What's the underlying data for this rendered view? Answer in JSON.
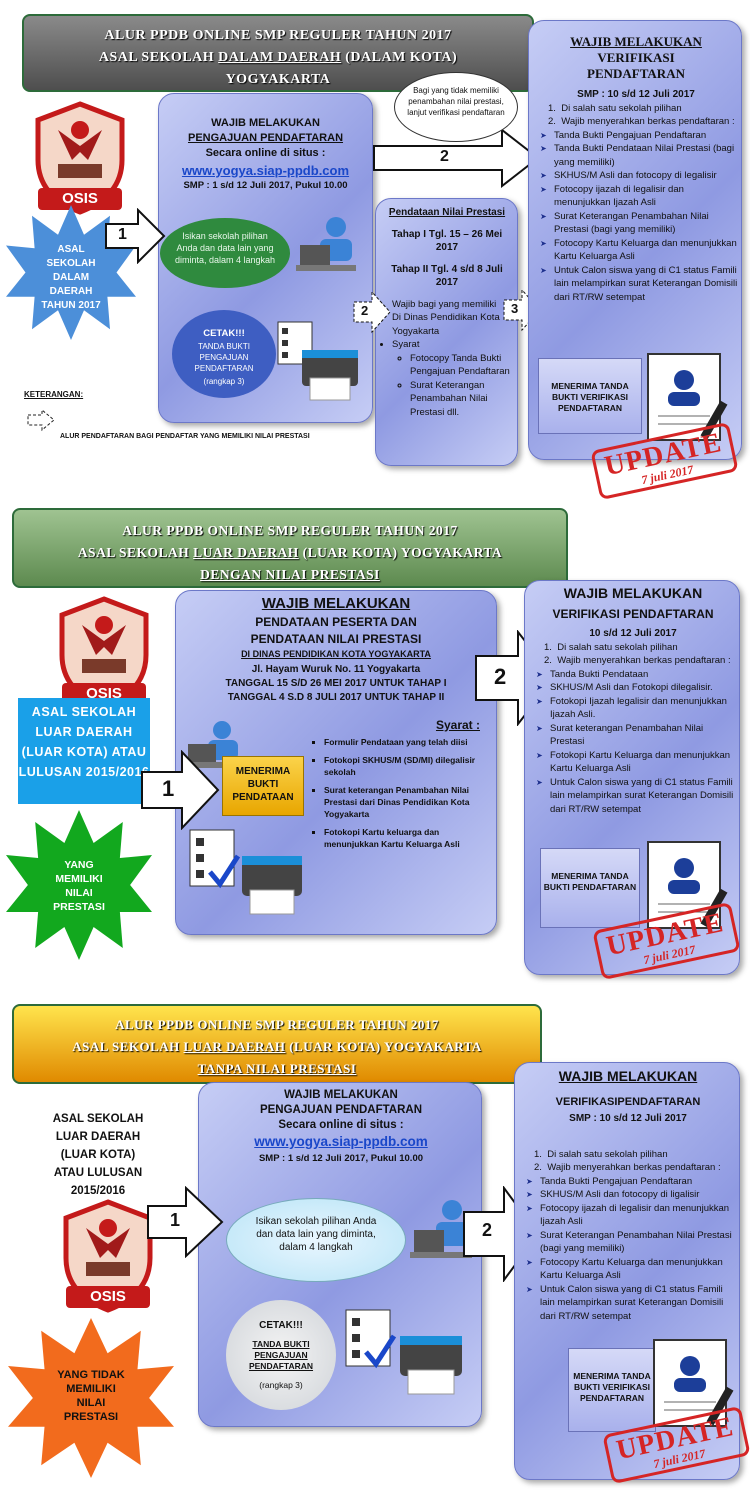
{
  "s1": {
    "title1": "ALUR PPDB ONLINE SMP REGULER TAHUN 2017",
    "title2a": "ASAL SEKOLAH ",
    "title2u": "DALAM DAERAH",
    "title2b": " (DALAM KOTA)",
    "title3": "YOGYAKARTA",
    "star": "ASAL SEKOLAH DALAM DAERAH TAHUN 2017",
    "osis": "OSIS",
    "p1_h1": "WAJIB MELAKUKAN",
    "p1_h2": "PENGAJUAN PENDAFTARAN",
    "p1_h3": "Secara online di situs :",
    "p1_url": "www.yogya.siap-ppdb.com",
    "p1_date": "SMP : 1 s/d 12 Juli 2017, Pukul 10.00",
    "oval": "Isikan sekolah pilihan Anda dan data lain yang diminta, dalam 4 langkah",
    "cetak_h": "CETAK!!!",
    "cetak_b": "TANDA BUKTI PENGAJUAN PENDAFTARAN",
    "cetak_r": "(rangkap 3)",
    "bubble": "Bagi yang tidak memiliki penambahan nilai prestasi, lanjut verifikasi pendaftaran",
    "mid_h": "Pendataan Nilai Prestasi",
    "mid_t1": "Tahap I Tgl. 15 – 26 Mei 2017",
    "mid_t2": "Tahap II Tgl. 4 s/d 8 Juli 2017",
    "mid_items": [
      "Wajib bagi yang memiliki",
      "Di Dinas Pendidikan Kota Yogyakarta",
      "Syarat"
    ],
    "mid_sub": [
      "Fotocopy Tanda Bukti Pengajuan Pendaftaran",
      "Surat Keterangan Penambahan Nilai Prestasi dll."
    ],
    "r_h1": "WAJIB MELAKUKAN",
    "r_h2": "VERIFIKASI",
    "r_h3": "PENDAFTARAN",
    "r_date": "SMP : 10 s/d 12 Juli 2017",
    "r_n1": "Di salah satu sekolah pilihan",
    "r_n2": "Wajib menyerahkan berkas pendaftaran :",
    "r_sub": [
      "Tanda Bukti Pengajuan Pendaftaran",
      "Tanda Bukti Pendataan Nilai Prestasi (bagi yang memiliki)",
      "SKHUS/M Asli dan fotocopy di legalisir",
      "Fotocopy ijazah di legalisir dan menunjukkan Ijazah Asli",
      "Surat Keterangan Penambahan Nilai Prestasi (bagi yang memiliki)",
      "Fotocopy Kartu Keluarga dan menunjukkan Kartu Keluarga Asli",
      "Untuk Calon siswa yang di C1 status Famili lain melampirkan surat Keterangan Domisili dari RT/RW setempat"
    ],
    "doc_lbl": "MENERIMA TANDA BUKTI VERIFIKASI PENDAFTARAN",
    "ket": "KETERANGAN:",
    "ket_desc": "ALUR PENDAFTARAN BAGI PENDAFTAR YANG MEMILIKI NILAI PRESTASI",
    "a1": "1",
    "a2": "2",
    "a2b": "2",
    "a3": "3",
    "stamp": "UPDATE",
    "stamp_d": "7 juli 2017"
  },
  "s2": {
    "title1": "ALUR PPDB ONLINE SMP REGULER TAHUN 2017",
    "title2a": "ASAL SEKOLAH ",
    "title2u": "LUAR DAERAH",
    "title2b": " (LUAR KOTA) YOGYAKARTA",
    "title3": "DENGAN NILAI PRESTASI",
    "blue": "ASAL SEKOLAH LUAR DAERAH (LUAR KOTA) ATAU LULUSAN 2015/2016",
    "star": "YANG MEMILIKI NILAI PRESTASI",
    "osis": "OSIS",
    "p_h1": "WAJIB MELAKUKAN",
    "p_h2": "PENDATAAN PESERTA DAN",
    "p_h3": "PENDATAAN NILAI PRESTASI",
    "p_h4": "DI DINAS PENDIDIKAN KOTA YOGYAKARTA",
    "p_addr": "Jl. Hayam Wuruk No. 11 Yogyakarta",
    "p_t1": "TANGGAL 15 S/D 26 MEI 2017 UNTUK TAHAP I",
    "p_t2": "TANGGAL 4 S.D 8 JULI 2017 UNTUK TAHAP II",
    "syarat": "Syarat :",
    "syarat_items": [
      "Formulir Pendataan yang telah diisi",
      "Fotokopi SKHUS/M (SD/MI) dilegalisir sekolah",
      "Surat keterangan Penambahan Nilai Prestasi dari Dinas Pendidikan Kota Yogyakarta",
      "Fotokopi Kartu keluarga dan menunjukkan Kartu Keluarga Asli"
    ],
    "note": "MENERIMA BUKTI PENDATAAN",
    "r_h1": "WAJIB MELAKUKAN",
    "r_h2": "VERIFIKASI PENDAFTARAN",
    "r_date": "10 s/d 12 Juli 2017",
    "r_n1": "Di salah satu sekolah pilihan",
    "r_n2": "Wajib menyerahkan berkas pendaftaran :",
    "r_sub": [
      "Tanda Bukti Pendataan",
      "SKHUS/M Asli dan Fotokopi dilegalisir.",
      "Fotokopi Ijazah legalisir dan menunjukkan Ijazah Asli.",
      "Surat keterangan Penambahan Nilai Prestasi",
      "Fotokopi Kartu Keluarga dan menunjukkan Kartu Keluarga Asli",
      "Untuk Calon siswa yang di C1 status Famili lain melampirkan surat  Keterangan Domisili dari RT/RW setempat"
    ],
    "doc_lbl": "MENERIMA TANDA BUKTI PENDAFTARAN",
    "a1": "1",
    "a2": "2",
    "stamp": "UPDATE",
    "stamp_d": "7 juli 2017"
  },
  "s3": {
    "title1": "ALUR PPDB ONLINE SMP REGULER TAHUN 2017",
    "title2a": "ASAL SEKOLAH ",
    "title2u": "LUAR DAERAH",
    "title2b": " (LUAR KOTA) YOGYAKARTA",
    "title3": "TANPA NILAI PRESTASI",
    "left": "ASAL SEKOLAH LUAR DAERAH (LUAR KOTA) ATAU LULUSAN 2015/2016",
    "star": "YANG TIDAK MEMILIKI NILAI PRESTASI",
    "osis": "OSIS",
    "p_h1": "WAJIB MELAKUKAN",
    "p_h2": "PENGAJUAN PENDAFTARAN",
    "p_h3": "Secara online di situs :",
    "p_url": "www.yogya.siap-ppdb.com",
    "p_date": "SMP : 1 s/d 12 Juli 2017, Pukul 10.00",
    "oval": "Isikan sekolah pilihan Anda dan data lain yang diminta, dalam 4 langkah",
    "cetak_h": "CETAK!!!",
    "cetak_b": "TANDA BUKTI PENGAJUAN PENDAFTARAN",
    "cetak_r": "(rangkap 3)",
    "r_h1": "WAJIB MELAKUKAN",
    "r_h2": "VERIFIKASIPENDAFTARAN",
    "r_date": "SMP : 10 s/d 12 Juli 2017",
    "r_n1": "Di salah satu sekolah pilihan",
    "r_n2": "Wajib menyerahkan berkas pendaftaran :",
    "r_sub": [
      "Tanda Bukti Pengajuan Pendaftaran",
      "SKHUS/M  Asli dan fotocopy di ligalisir",
      "Fotocopy ijazah di legalisir dan menunjukkan Ijazah Asli",
      "Surat Keterangan Penambahan Nilai Prestasi (bagi yang memiliki)",
      "Fotocopy Kartu Keluarga dan menunjukkan Kartu Keluarga Asli",
      "Untuk Calon siswa yang di C1 status Famili lain melampirkan surat  Keterangan Domisili dari RT/RW setempat"
    ],
    "doc_lbl": "MENERIMA TANDA BUKTI VERIFIKASI PENDAFTARAN",
    "a1": "1",
    "a2": "2",
    "stamp": "UPDATE",
    "stamp_d": "7 juli 2017"
  },
  "colors": {
    "panel": "#a7b0ea",
    "stamp": "#d52525",
    "blue_box": "#1aa0e8",
    "green_star": "#12a81e",
    "orange_star": "#f26b1d",
    "s1_star": "#4c8fd9"
  }
}
